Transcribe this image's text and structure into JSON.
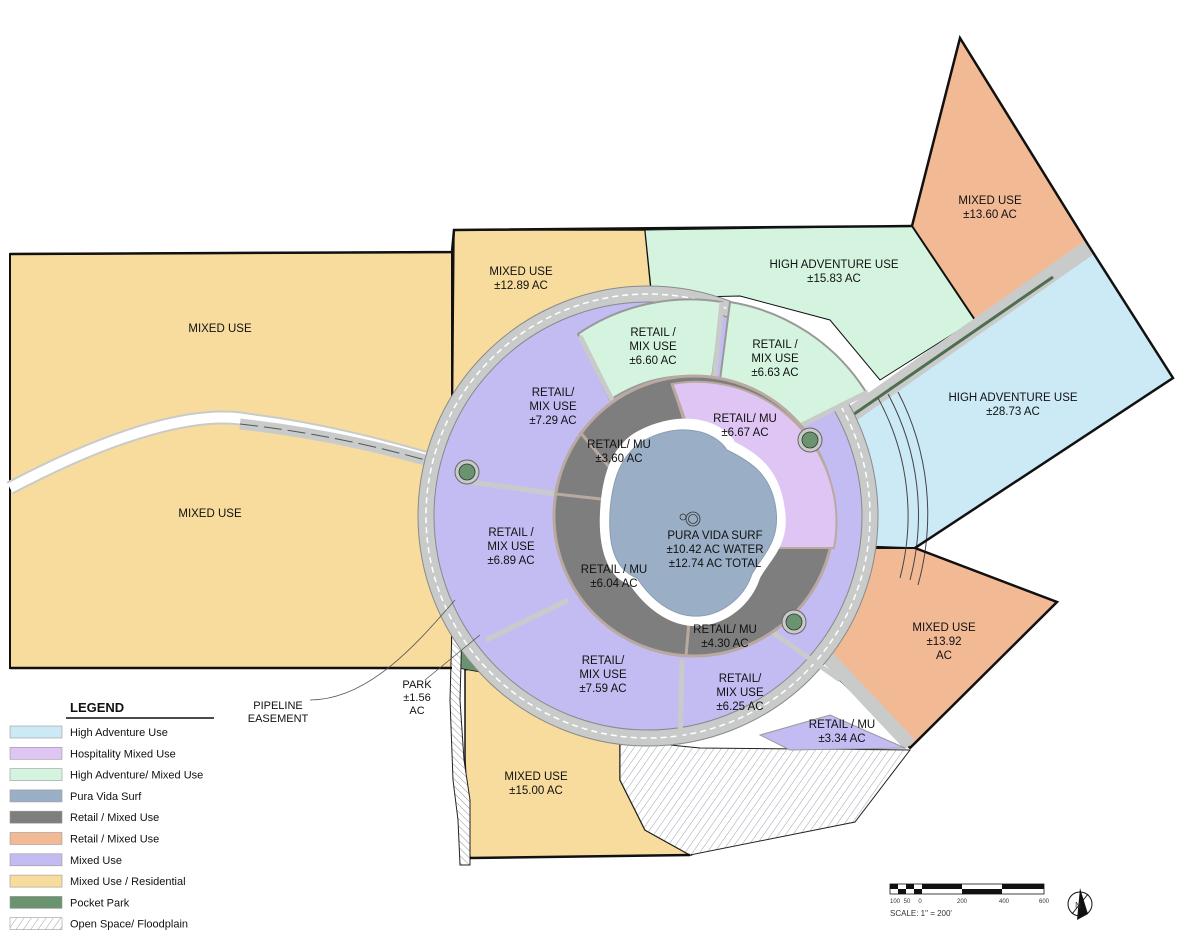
{
  "colors": {
    "high_adventure": "#cce9f6",
    "hospitality_mixed": "#dec5f4",
    "high_adventure_mixed": "#d4f4e0",
    "surf": "#9aafc6",
    "retail_mixed_dark": "#7e7e7e",
    "retail_mixed_orange": "#f2b995",
    "mixed_use": "#c3bcf2",
    "mixed_residential": "#f7dc9d",
    "pocket_park": "#6a9470",
    "road": "#c9cbcb",
    "outline": "#111111"
  },
  "parcels": {
    "west_upper": [
      "MIXED USE"
    ],
    "west_lower": [
      "MIXED USE"
    ],
    "north_mixed": [
      "MIXED USE",
      "±12.89 AC"
    ],
    "high_adv_north": [
      "HIGH ADVENTURE USE",
      "±15.83 AC"
    ],
    "ne_mixed": [
      "MIXED USE",
      "±13.60 AC"
    ],
    "high_adv_east": [
      "HIGH ADVENTURE USE",
      "±28.73 AC"
    ],
    "se_mixed": [
      "MIXED USE",
      "±13.92",
      "AC"
    ],
    "south_mixed": [
      "MIXED USE",
      "±15.00 AC"
    ],
    "ring_nw": [
      "RETAIL/",
      "MIX USE",
      "±7.29 AC"
    ],
    "ring_n1": [
      "RETAIL /",
      "MIX USE",
      "±6.60 AC"
    ],
    "ring_n2": [
      "RETAIL /",
      "MIX USE",
      "±6.63 AC"
    ],
    "ring_w": [
      "RETAIL /",
      "MIX USE",
      "±6.89 AC"
    ],
    "ring_s": [
      "RETAIL/",
      "MIX USE",
      "±7.59 AC"
    ],
    "ring_se": [
      "RETAIL/",
      "MIX USE",
      "±6.25 AC"
    ],
    "ring_ssw": [
      "RETAIL / MU",
      "±3.34 AC"
    ],
    "inner_nw": [
      "RETAIL/ MU",
      "±3.60 AC"
    ],
    "inner_ne": [
      "RETAIL/ MU",
      "±6.67 AC"
    ],
    "inner_w": [
      "RETAIL / MU",
      "±6.04 AC"
    ],
    "inner_s": [
      "RETAIL/ MU",
      "±4.30 AC"
    ],
    "surf": [
      "PURA VIDA SURF",
      "±10.42 AC WATER",
      "±12.74 AC TOTAL"
    ]
  },
  "callouts": {
    "pipeline": [
      "PIPELINE",
      "EASEMENT"
    ],
    "park": [
      "PARK",
      "±1.56",
      "AC"
    ]
  },
  "legend": {
    "title": "LEGEND",
    "items": [
      {
        "label": "High Adventure Use",
        "color": "#cce9f6"
      },
      {
        "label": "Hospitality Mixed Use",
        "color": "#dec5f4"
      },
      {
        "label": "High Adventure/ Mixed Use",
        "color": "#d4f4e0"
      },
      {
        "label": "Pura Vida Surf",
        "color": "#9aafc6"
      },
      {
        "label": "Retail / Mixed Use",
        "color": "#7e7e7e"
      },
      {
        "label": "Retail / Mixed Use",
        "color": "#f2b995"
      },
      {
        "label": "Mixed Use",
        "color": "#c3bcf2"
      },
      {
        "label": "Mixed Use / Residential",
        "color": "#f7dc9d"
      },
      {
        "label": "Pocket Park",
        "color": "#6a9470"
      },
      {
        "label": "Open Space/ Floodplain",
        "color": "hatch"
      }
    ]
  },
  "scale": {
    "ticks": [
      "100",
      "50",
      "0",
      "200",
      "400",
      "600"
    ],
    "caption": "SCALE: 1\" = 200'"
  },
  "north_arrow": "north-arrow-icon"
}
